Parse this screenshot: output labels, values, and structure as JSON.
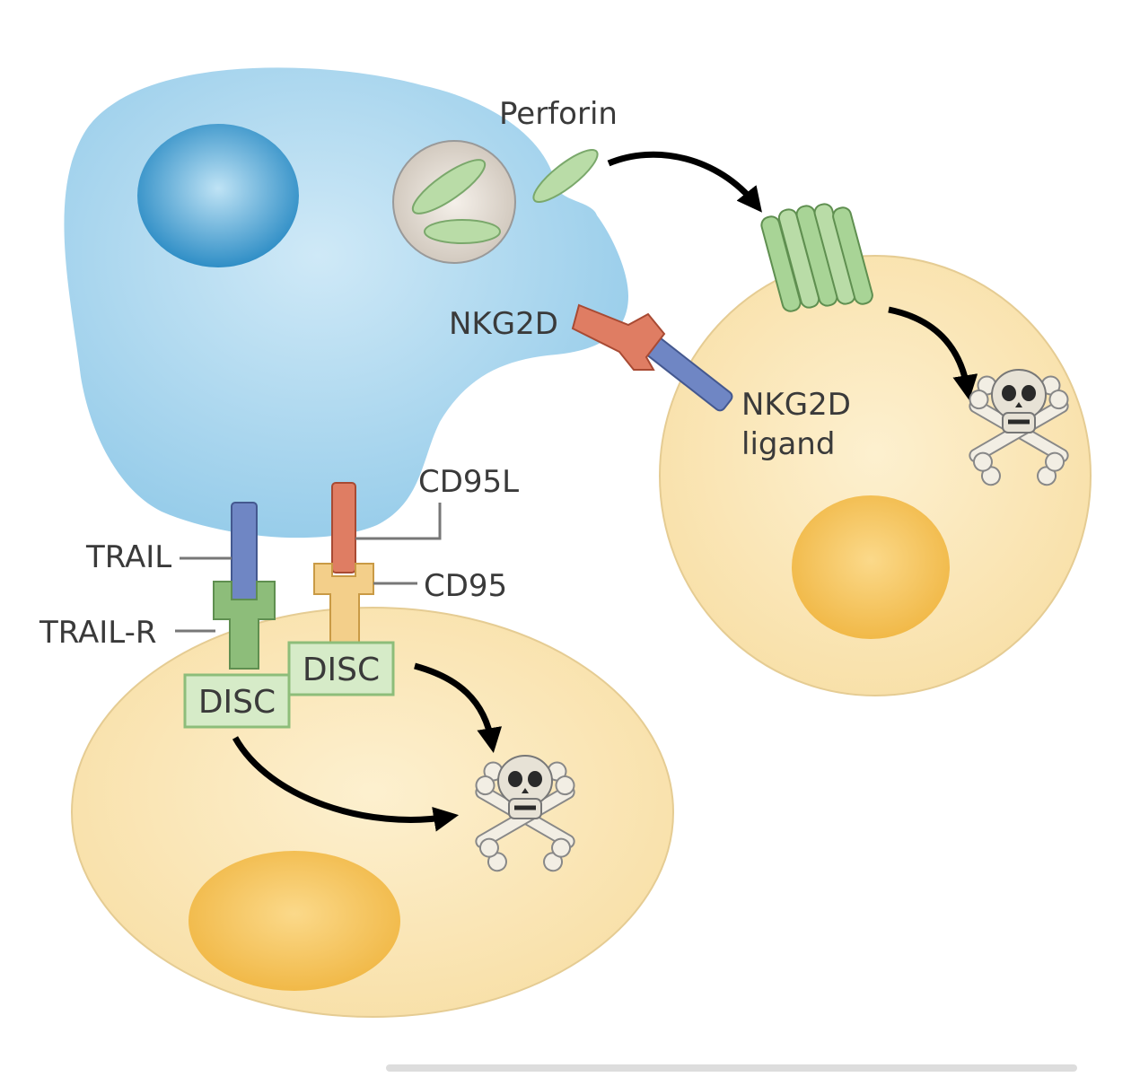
{
  "labels": {
    "perforin": "Perforin",
    "nkg2d": "NKG2D",
    "nkg2d_ligand_line1": "NKG2D",
    "nkg2d_ligand_line2": "ligand",
    "cd95l": "CD95L",
    "trail": "TRAIL",
    "cd95": "CD95",
    "trail_r": "TRAIL-R",
    "disc_left": "DISC",
    "disc_right": "DISC"
  },
  "colors": {
    "nk_cell": "#a9d6ee",
    "nucleus_blue": "#3fa0d3",
    "target_cell": "#fbe6b6",
    "target_nucleus": "#f7c55a",
    "perforin_green": "#b9dca7",
    "receptor_blue": "#6f86c4",
    "receptor_red": "#df7d63",
    "trail_r_green": "#8dbd7a",
    "cd95_yellow": "#f3cf8a",
    "disc_box": "#d6ebc8"
  },
  "icons": [
    "skull-crossbones-icon"
  ]
}
